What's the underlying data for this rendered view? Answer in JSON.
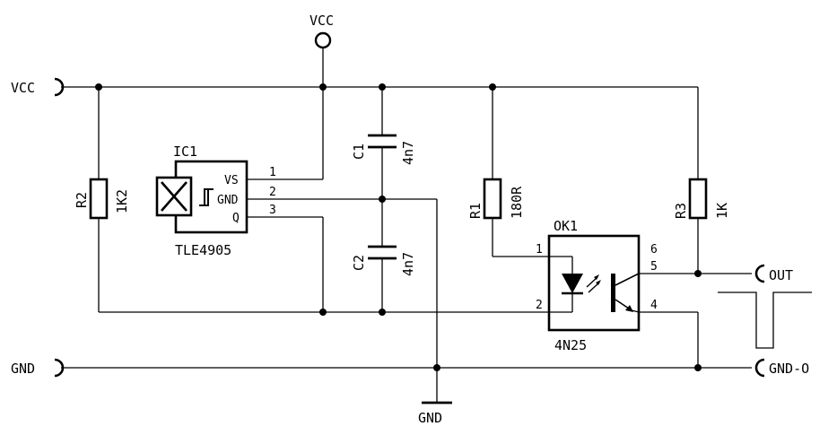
{
  "ports": {
    "vcc_left": "VCC",
    "vcc_top": "VCC",
    "gnd_left": "GND",
    "gnd_bottom": "GND",
    "out": "OUT",
    "gnd_o": "GND-O"
  },
  "ic1": {
    "ref": "IC1",
    "part": "TLE4905",
    "pins": [
      {
        "name": "VS",
        "num": "1"
      },
      {
        "name": "GND",
        "num": "2"
      },
      {
        "name": "Q",
        "num": "3"
      }
    ]
  },
  "ok1": {
    "ref": "OK1",
    "part": "4N25",
    "pins": [
      "1",
      "2",
      "4",
      "5",
      "6"
    ]
  },
  "resistors": [
    {
      "ref": "R2",
      "value": "1K2"
    },
    {
      "ref": "R1",
      "value": "180R"
    },
    {
      "ref": "R3",
      "value": "1K"
    }
  ],
  "capacitors": [
    {
      "ref": "C1",
      "value": "4n7"
    },
    {
      "ref": "C2",
      "value": "4n7"
    }
  ]
}
